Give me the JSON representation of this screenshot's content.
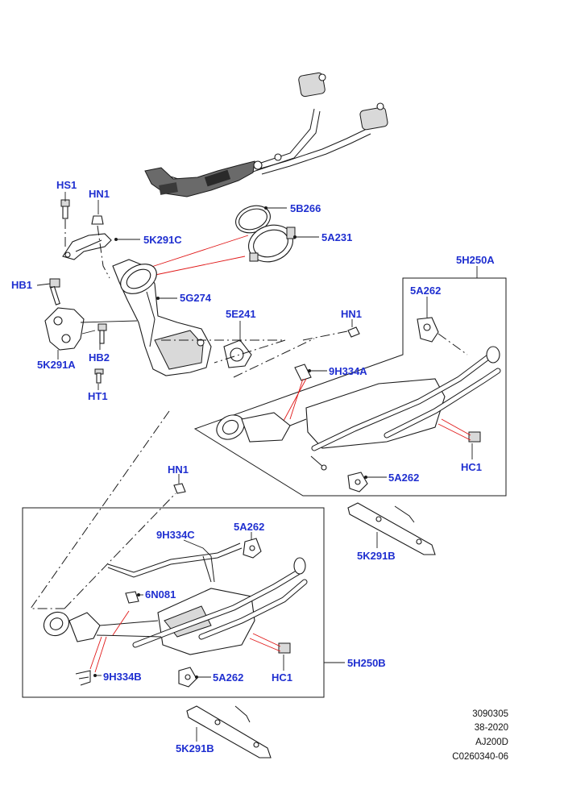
{
  "labels": {
    "hs1": "HS1",
    "hn1_a": "HN1",
    "k291c": "5K291C",
    "b266": "5B266",
    "a231": "5A231",
    "h250a": "5H250A",
    "hb1": "HB1",
    "g274": "5G274",
    "e241": "5E241",
    "hn1_b": "HN1",
    "a262_a": "5A262",
    "k291a": "5K291A",
    "hb2": "HB2",
    "h334a": "9H334A",
    "ht1": "HT1",
    "hc1_a": "HC1",
    "hn1_c": "HN1",
    "a262_b": "5A262",
    "k291b_a": "5K291B",
    "h334c": "9H334C",
    "a262_c": "5A262",
    "n081": "6N081",
    "h250b": "5H250B",
    "h334b": "9H334B",
    "a262_d": "5A262",
    "hc1_b": "HC1",
    "k291b_b": "5K291B"
  },
  "reference": {
    "line1": "3090305",
    "line2": "38-2020",
    "line3": "AJ200D",
    "line4": "C0260340-06"
  },
  "colors": {
    "label": "#1f2fd0",
    "callout_lines": "#e01818",
    "linework": "#1a1a1a"
  }
}
